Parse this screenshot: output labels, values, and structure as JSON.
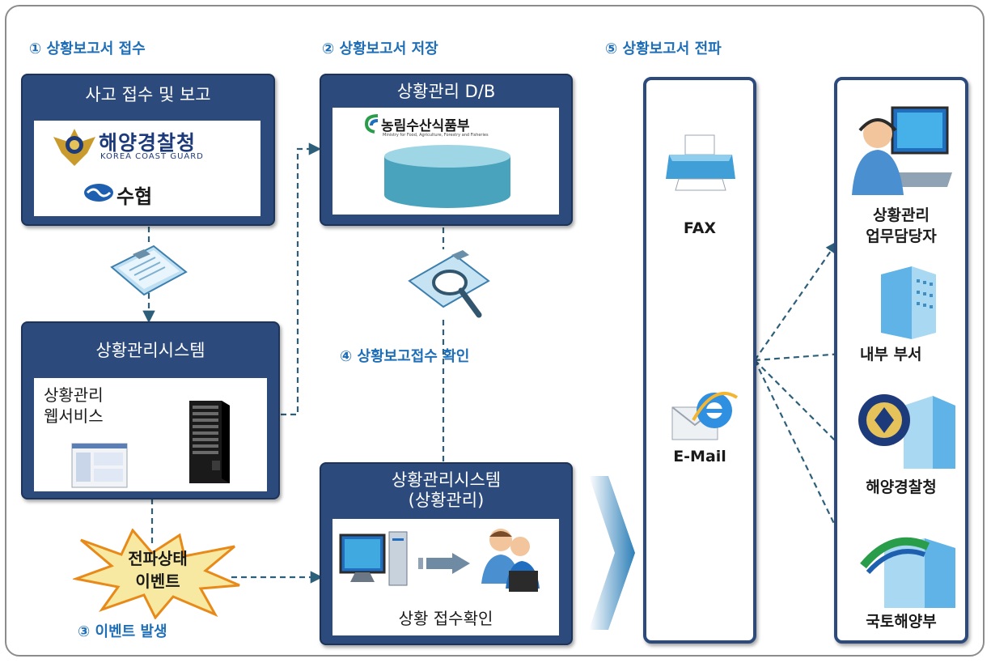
{
  "steps": {
    "s1": "① 상황보고서 접수",
    "s2": "② 상황보고서 저장",
    "s3": "③ 이벤트 발생",
    "s4": "④ 상황보고접수 확인",
    "s5": "⑤ 상황보고서 전파"
  },
  "report_panel": {
    "title": "사고 접수 및 보고",
    "coast_guard_logo_korean": "해양경찰청",
    "coast_guard_logo_english": "KOREA COAST GUARD",
    "suhyup_logo": "수협"
  },
  "db_panel": {
    "title": "상황관리 D/B",
    "ministry_logo": "농림수산식품부",
    "ministry_logo_sub": "Ministry for Food, Agriculture, Forestry and Fisheries"
  },
  "system_panel": {
    "title": "상황관리시스템",
    "web_service": "상황관리\n웹서비스"
  },
  "event_burst": "전파상태\n이벤트",
  "confirm_panel": {
    "title": "상황관리시스템\n(상황관리)",
    "caption": "상황 접수확인"
  },
  "channels": {
    "fax": "FAX",
    "email": "E-Mail"
  },
  "recipients": {
    "operator": "상황관리\n업무담당자",
    "internal": "내부 부서",
    "coast_guard": "해양경찰청",
    "ministry": "국토해양부"
  },
  "colors": {
    "panel": "#2c4a7c",
    "step_text": "#1f6fb8",
    "connector": "#2e5f7a",
    "db_cylinder": "#5fb3c9",
    "burst": "#f7e9a2"
  }
}
